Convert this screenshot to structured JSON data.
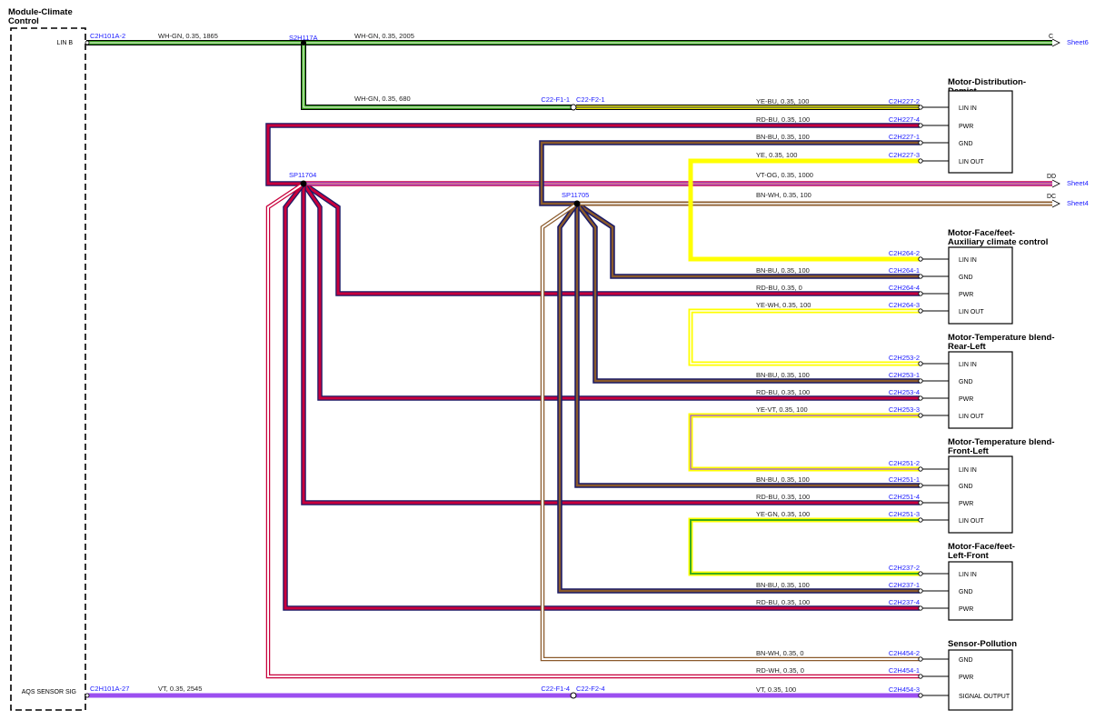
{
  "module": {
    "title_line1": "Module-Climate",
    "title_line2": "Control",
    "pin_lin": "LIN B",
    "pin_aqs": "AQS SENSOR SIG"
  },
  "offsheet": {
    "c_letter": "C",
    "c_ref": "Sheet6",
    "dd_letter": "DD",
    "dd_ref": "Sheet4",
    "dc_letter": "DC",
    "dc_ref": "Sheet4"
  },
  "splices": {
    "s2h117a": "S2H117A",
    "sp11704": "SP11704",
    "sp11705": "SP11705"
  },
  "inline": {
    "f1_1": "C22-F1-1",
    "f2_1": "C22-F2-1",
    "f1_4": "C22-F1-4",
    "f2_4": "C22-F2-4"
  },
  "wires": {
    "lin_in1": "WH-GN,  0.35,  1865",
    "lin_out": "WH-GN,  0.35,  2005",
    "lin_branch": "WH-GN,  0.35,  680",
    "dd": "VT-OG,  0.35,  1000",
    "dc": "BN-WH,  0.35,  100",
    "aqs_left": "VT,  0.35,  2545",
    "c2h101a_2": "C2H101A-2",
    "c2h101a_27": "C2H101A-27"
  },
  "motors": [
    {
      "line1": "Motor-Distribution-",
      "line2": "Demist",
      "pins": [
        {
          "wire": "YE-BU,  0.35,  100",
          "conn": "C2H227-2",
          "label": "LIN IN"
        },
        {
          "wire": "RD-BU,  0.35,  100",
          "conn": "C2H227-4",
          "label": "PWR"
        },
        {
          "wire": "BN-BU,  0.35,  100",
          "conn": "C2H227-1",
          "label": "GND"
        },
        {
          "wire": "YE,  0.35,  100",
          "conn": "C2H227-3",
          "label": "LIN OUT"
        }
      ]
    },
    {
      "line1": "Motor-Face/feet-",
      "line2": "Auxiliary climate control",
      "pins": [
        {
          "wire": "",
          "conn": "C2H264-2",
          "label": "LIN IN"
        },
        {
          "wire": "BN-BU,  0.35,  100",
          "conn": "C2H264-1",
          "label": "GND"
        },
        {
          "wire": "RD-BU,  0.35,  0",
          "conn": "C2H264-4",
          "label": "PWR"
        },
        {
          "wire": "YE-WH,  0.35,  100",
          "conn": "C2H264-3",
          "label": "LIN OUT"
        }
      ]
    },
    {
      "line1": "Motor-Temperature blend-",
      "line2": "Rear-Left",
      "pins": [
        {
          "wire": "",
          "conn": "C2H253-2",
          "label": "LIN IN"
        },
        {
          "wire": "BN-BU,  0.35,  100",
          "conn": "C2H253-1",
          "label": "GND"
        },
        {
          "wire": "RD-BU,  0.35,  100",
          "conn": "C2H253-4",
          "label": "PWR"
        },
        {
          "wire": "YE-VT,  0.35,  100",
          "conn": "C2H253-3",
          "label": "LIN OUT"
        }
      ]
    },
    {
      "line1": "Motor-Temperature blend-",
      "line2": "Front-Left",
      "pins": [
        {
          "wire": "",
          "conn": "C2H251-2",
          "label": "LIN IN"
        },
        {
          "wire": "BN-BU,  0.35,  100",
          "conn": "C2H251-1",
          "label": "GND"
        },
        {
          "wire": "RD-BU,  0.35,  100",
          "conn": "C2H251-4",
          "label": "PWR"
        },
        {
          "wire": "YE-GN,  0.35,  100",
          "conn": "C2H251-3",
          "label": "LIN OUT"
        }
      ]
    },
    {
      "line1": "Motor-Face/feet-",
      "line2": "Left-Front",
      "pins": [
        {
          "wire": "",
          "conn": "C2H237-2",
          "label": "LIN IN"
        },
        {
          "wire": "BN-BU,  0.35,  100",
          "conn": "C2H237-1",
          "label": "GND"
        },
        {
          "wire": "RD-BU,  0.35,  100",
          "conn": "C2H237-4",
          "label": "PWR"
        }
      ]
    },
    {
      "line1": "Sensor-Pollution",
      "line2": "",
      "pins": [
        {
          "wire": "BN-WH,  0.35,  0",
          "conn": "C2H454-2",
          "label": "GND"
        },
        {
          "wire": "RD-WH,  0.35,  0",
          "conn": "C2H454-1",
          "label": "PWR"
        },
        {
          "wire": "VT,  0.35,  100",
          "conn": "C2H454-3",
          "label": "SIGNAL OUTPUT"
        }
      ]
    }
  ],
  "colors": {
    "green": "#3cab1e",
    "yellow": "#ffff00",
    "red": "#c8003c",
    "navy": "#1a1a66",
    "brown": "#8b5a2b",
    "violet": "#9b4ff0",
    "orange": "#ff8c3c",
    "connector_blue": "#1a1aff"
  }
}
